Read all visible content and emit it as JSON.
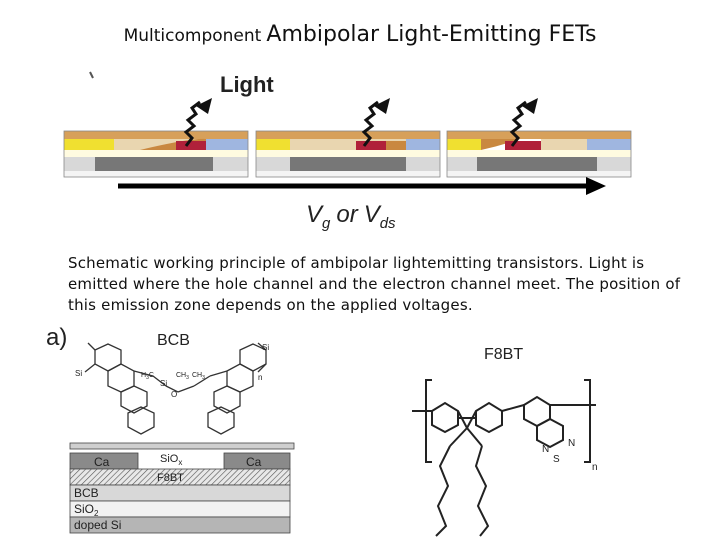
{
  "title": {
    "prefix": "Multicomponent",
    "main": "Ambipolar Light-Emitting FETs"
  },
  "top_figure": {
    "light_label": "Light",
    "axis_label": {
      "v": "V",
      "g": "g",
      "or": "or",
      "v2": "V",
      "ds": "ds"
    }
  },
  "caption": "Schematic working principle of ambipolar lightemitting transistors. Light is emitted where the hole channel and the electron channel meet. The position of this emission zone depends on the applied voltages.",
  "panel_a": {
    "label": "a)",
    "bcb_label": "BCB",
    "f8bt_label": "F8BT",
    "stack_layers": {
      "ca_left": "Ca",
      "siox_sub": "x",
      "siox": "SiO",
      "ca_right": "Ca",
      "f8bt": "F8BT",
      "bcb": "BCB",
      "sio2": "SiO",
      "sio2_sub": "2",
      "doped_si": "doped Si"
    },
    "bcb_atoms": {
      "si1": "Si",
      "si2": "Si",
      "si3": "Si",
      "n": "n",
      "o": "O",
      "h3c1": "H",
      "h3c2": "C",
      "ch3a": "CH",
      "ch3b": "CH",
      "sub3": "3"
    },
    "f8bt_atoms": {
      "n1": "N",
      "n2": "N",
      "s": "S",
      "n": "n"
    }
  }
}
